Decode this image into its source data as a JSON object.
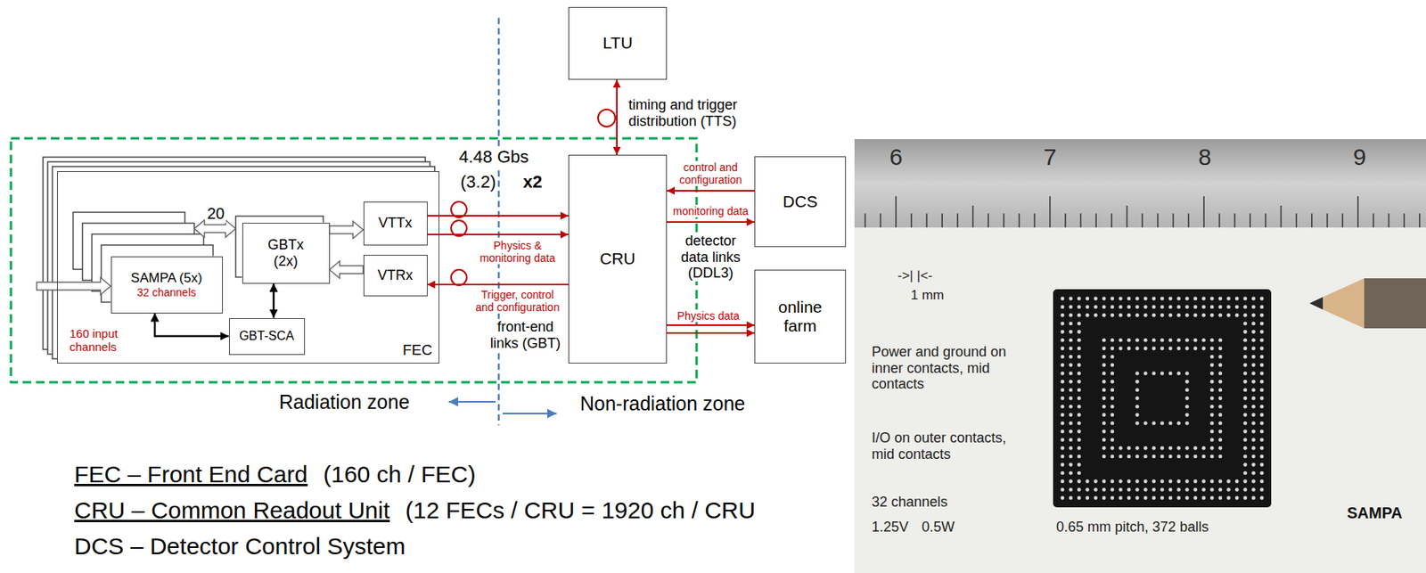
{
  "diagram": {
    "nodes": [
      {
        "text": [
          "LTU"
        ]
      },
      {
        "text": [
          "FEC"
        ]
      },
      {
        "text": [
          "SAMPA (5x)",
          "32 channels"
        ],
        "in": 1
      },
      {
        "text": [
          "GBTx (2x)"
        ],
        "in": 1
      },
      {
        "text": [
          "VTTx"
        ],
        "in": 1
      },
      {
        "text": [
          "VTRx"
        ],
        "in": 1
      },
      {
        "text": [
          "GBT-SCA"
        ],
        "in": 1
      },
      {
        "text": [
          "CRU"
        ]
      },
      {
        "text": [
          "DCS"
        ]
      },
      {
        "text": [
          "online farm"
        ]
      }
    ],
    "edges": [
      {
        "from": 0,
        "to": 7,
        "arrow": "both",
        "label": "timing and trigger distribution (TTS)"
      },
      {
        "from": 4,
        "to": 7,
        "arrow": "to"
      },
      {
        "from": 4,
        "to": 7,
        "arrow": "to",
        "label": "Physics & monitoring data"
      },
      {
        "from": 7,
        "to": 5,
        "arrow": "to",
        "label": "Trigger, control and configuration"
      },
      {
        "from": 8,
        "to": 7,
        "arrow": "to",
        "label": "control and configuration"
      },
      {
        "from": 7,
        "to": 8,
        "arrow": "to",
        "label": "monitoring data"
      },
      {
        "from": 7,
        "to": 9,
        "arrow": "to",
        "label": "Physics data"
      },
      {
        "from": 7,
        "to": 9,
        "arrow": "to"
      },
      {
        "from": 2,
        "to": 3,
        "arrow": "both",
        "label": "20"
      },
      {
        "from": 3,
        "to": 4,
        "arrow": "to"
      },
      {
        "from": 5,
        "to": 3,
        "arrow": "to"
      },
      {
        "from": 3,
        "to": 6,
        "arrow": "both"
      },
      {
        "from": 2,
        "to": 6,
        "arrow": "both"
      }
    ],
    "labels": [
      "4.48 Gbs",
      "(3.2)",
      "x2",
      "front-end links (GBT)",
      "detector data links (DDL3)",
      "160 input channels",
      "Radiation zone",
      "Non-radiation zone",
      "FEC – Front End Card",
      "(160 ch / FEC)",
      "CRU – Common Readout Unit",
      "(12 FECs / CRU = 1920 ch / CRU",
      "DCS – Detector Control System",
      "6",
      "7",
      "8",
      "9",
      "->| |<-",
      "1 mm",
      "Power and ground on inner contacts, mid contacts",
      "I/O on outer contacts, mid contacts",
      "32 channels",
      "1.25V",
      "0.5W",
      "0.65 mm pitch, 372 balls",
      "SAMPA"
    ]
  }
}
